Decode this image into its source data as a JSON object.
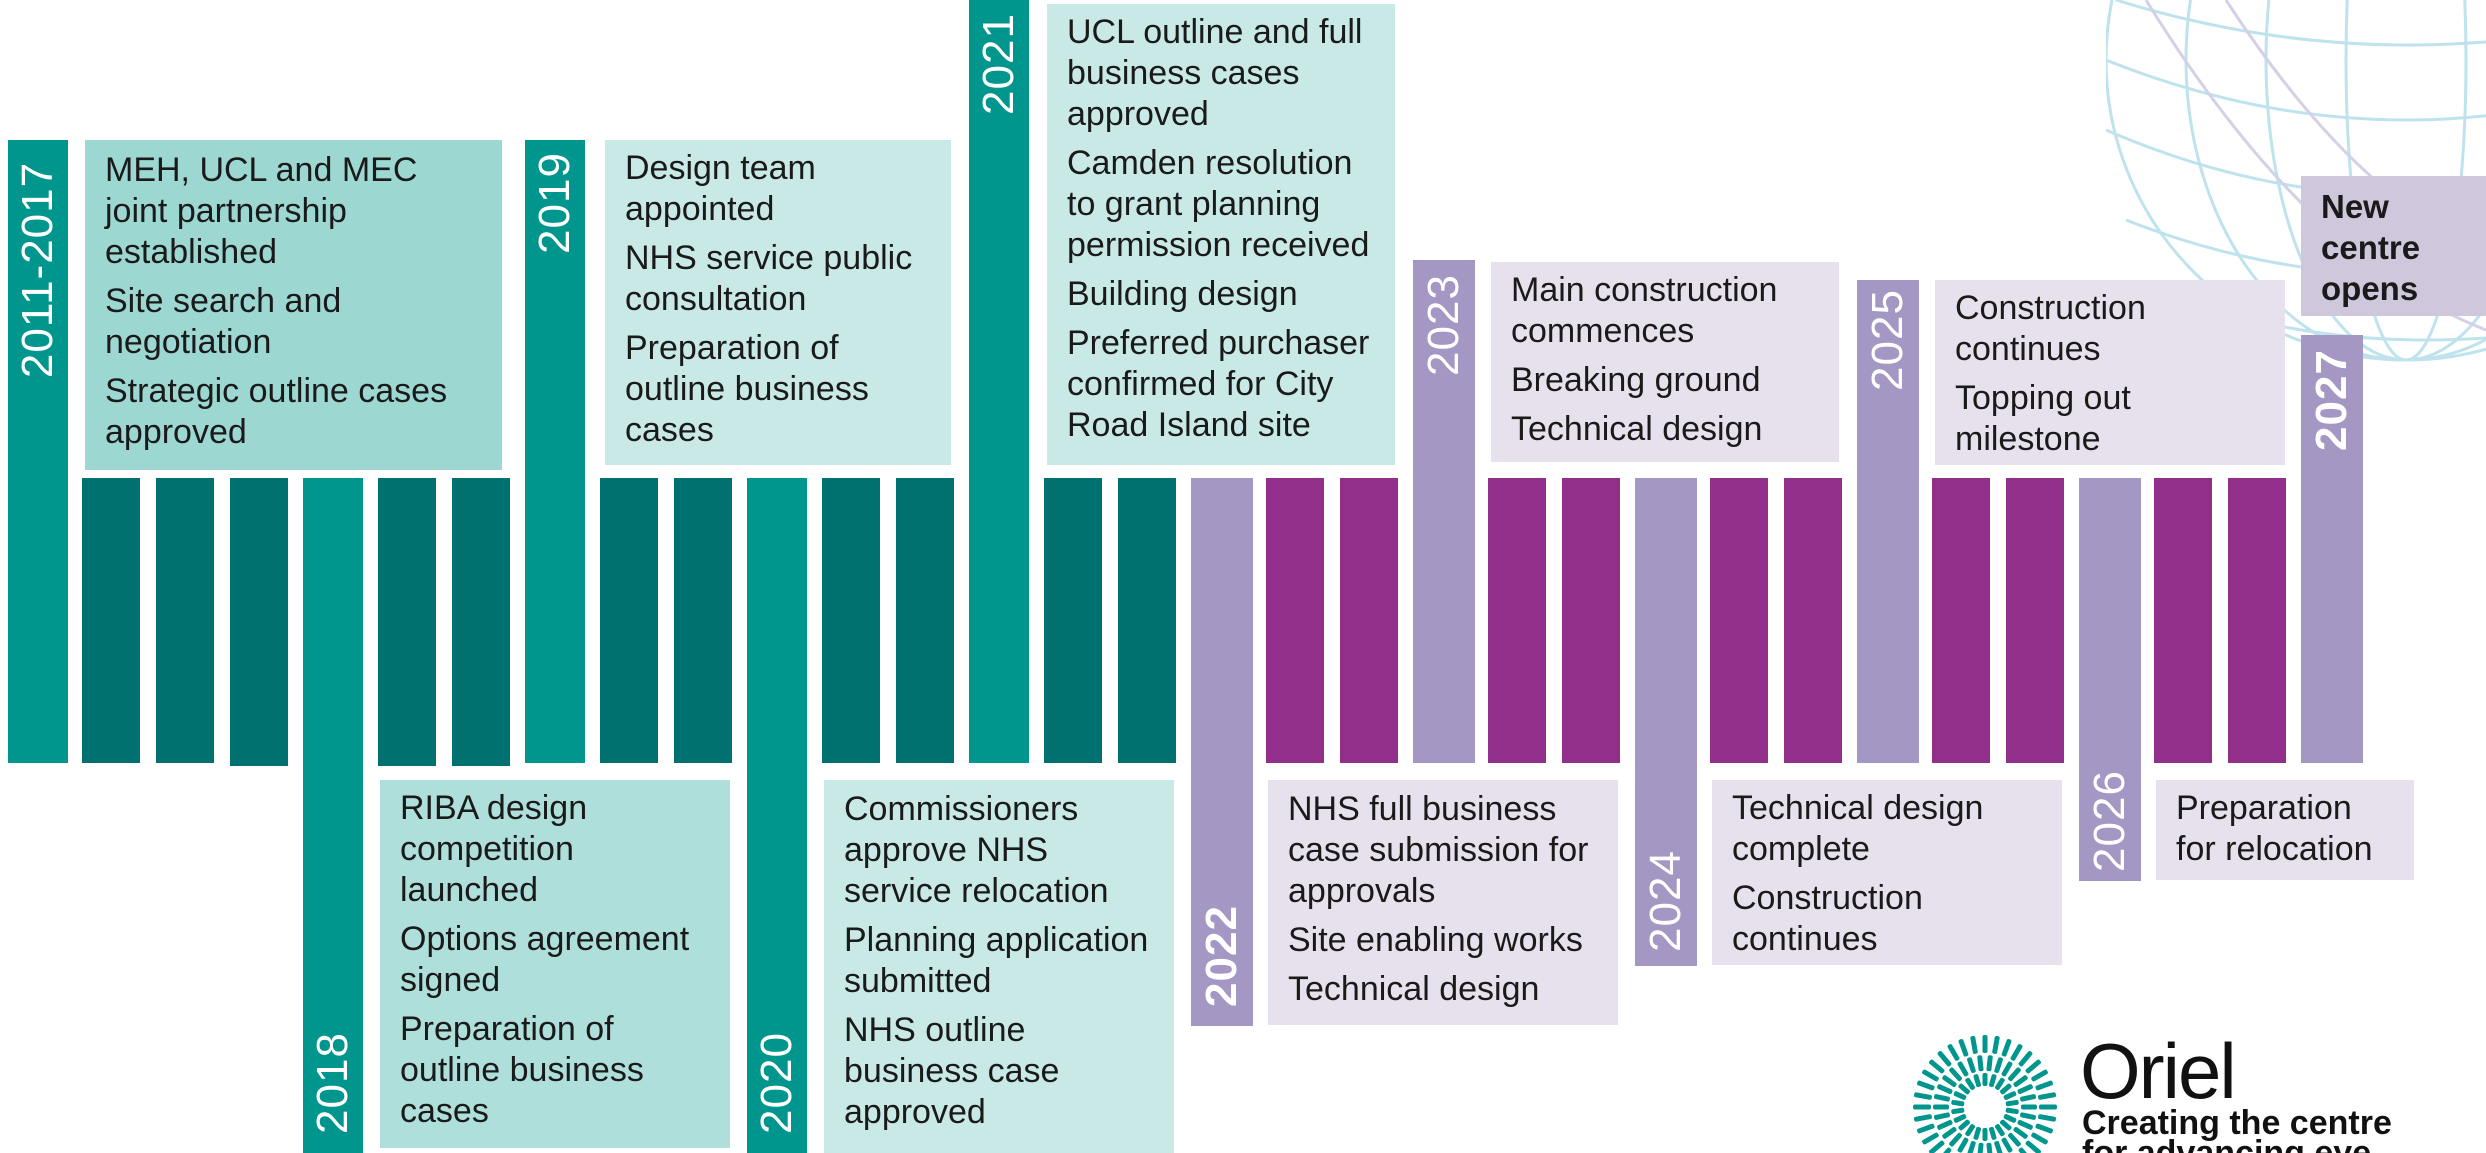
{
  "colors": {
    "teal_bar": "#00968d",
    "teal_dark_bar": "#00716f",
    "purple_bar": "#922f8b",
    "lilac_year": "#a497c3",
    "box_teal_dark": "#9dd7d2",
    "box_teal_mid": "#afdfda",
    "box_teal_light": "#c9e9e7",
    "box_lilac": "#e6e1ec",
    "box_lilac_dark": "#cfc8dd"
  },
  "years": {
    "y2011": "2011-2017",
    "y2018": "2018",
    "y2019": "2019",
    "y2020": "2020",
    "y2021": "2021",
    "y2022": "2022",
    "y2023": "2023",
    "y2024": "2024",
    "y2025": "2025",
    "y2026": "2026",
    "y2027": "2027"
  },
  "milestones": {
    "y2011": [
      "MEH, UCL and MEC joint partnership established",
      "Site search and negotiation",
      "Strategic outline cases approved"
    ],
    "y2018": [
      "RIBA design competition launched",
      "Options agreement signed",
      "Preparation of outline business cases"
    ],
    "y2019": [
      "Design team appointed",
      "NHS service public consultation",
      "Preparation of outline business cases"
    ],
    "y2020": [
      "Commissioners approve NHS service relocation",
      "Planning application submitted",
      "NHS outline business case approved"
    ],
    "y2021": [
      "UCL outline and full business cases approved",
      "Camden resolution to grant planning permission received",
      "Building design",
      "Preferred purchaser confirmed for City Road Island site"
    ],
    "y2022": [
      "NHS full business case submission for approvals",
      "Site enabling works",
      "Technical design"
    ],
    "y2023": [
      "Main construction commences",
      "Breaking ground",
      "Technical design"
    ],
    "y2024": [
      "Technical design complete",
      "Construction continues"
    ],
    "y2025": [
      "Construction continues",
      "Topping out milestone"
    ],
    "y2026": [
      "Preparation for relocation"
    ],
    "y2027": [
      "New centre opens"
    ]
  },
  "logo": {
    "brand": "Oriel",
    "tagline": "Creating the centre for advancing eye health"
  }
}
